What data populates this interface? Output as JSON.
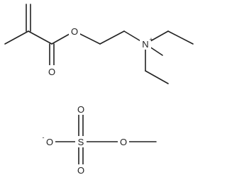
{
  "diagram": {
    "molecules": [
      {
        "name": "",
        "atoms": {
          "ester_oxygen": "O",
          "carbonyl_oxygen": "O",
          "quaternary_nitrogen": "N",
          "nitrogen_charge": "+"
        }
      },
      {
        "name": "",
        "atoms": {
          "sulfur": "S",
          "oxide_oxygen": "O",
          "oxide_charge": "-",
          "sulfonyl_oxygen_top": "O",
          "sulfonyl_oxygen_bottom": "O",
          "methoxy_oxygen": "O"
        }
      }
    ],
    "colors": {
      "bond": "#222222",
      "background": "#ffffff"
    }
  }
}
